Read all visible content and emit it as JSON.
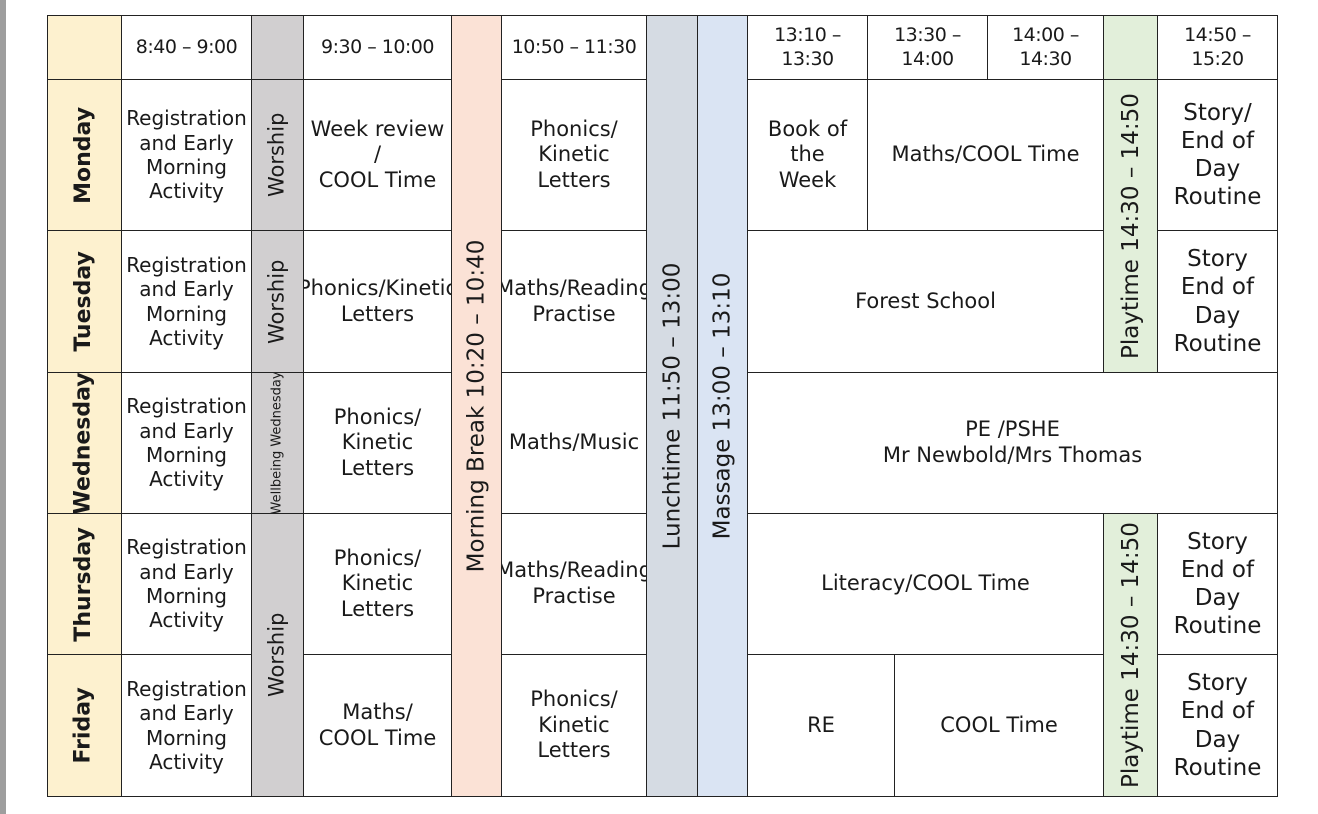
{
  "colors": {
    "day_column": "#fdf1cf",
    "worship": "#d1cfd0",
    "morning_break": "#fbe2d6",
    "lunchtime": "#d5dbe3",
    "massage": "#dae4f3",
    "playtime": "#e2efda"
  },
  "header": {
    "t1": "8:40 – 9:00",
    "t2": "9:30 – 10:00",
    "t3": "10:50 – 11:30",
    "t4": "13:10 – 13:30",
    "t5": "13:30 – 14:00",
    "t6": "14:00 – 14:30",
    "t7": "14:50 – 15:20"
  },
  "days": [
    "Monday",
    "Tuesday",
    "Wednesday",
    "Thursday",
    "Friday"
  ],
  "breaks": {
    "morning_break": "Morning Break 10:20 – 10:40",
    "lunchtime": "Lunchtime 11:50 – 13:00",
    "massage": "Massage 13:00 – 13:10",
    "playtime": "Playtime 14:30 – 14:50"
  },
  "worship": {
    "label": "Worship",
    "wellbeing": "Wellbeing Wednesday"
  },
  "registration": "Registration\nand Early\nMorning\nActivity",
  "monday": {
    "s2": "Week review /\nCOOL Time",
    "s3": "Phonics/\nKinetic Letters",
    "s4": "Book of the\nWeek",
    "s5": "Maths/COOL Time",
    "s7": "Story/\nEnd of Day\nRoutine"
  },
  "tuesday": {
    "s2": "Phonics/Kinetic\nLetters",
    "s3": "Maths/Reading\nPractise",
    "s4": "Forest School",
    "s7": "Story\nEnd of Day\nRoutine"
  },
  "wednesday": {
    "s2": "Phonics/\nKinetic Letters",
    "s3": "Maths/Music",
    "s4": "PE /PSHE\nMr Newbold/Mrs Thomas"
  },
  "thursday": {
    "s2": "Phonics/\nKinetic Letters",
    "s3": "Maths/Reading\nPractise",
    "s4": "Literacy/COOL Time",
    "s7": "Story\nEnd of Day\nRoutine"
  },
  "friday": {
    "s2": "Maths/\nCOOL Time",
    "s3": "Phonics/\nKinetic Letters",
    "s4": "RE",
    "s5": "COOL Time",
    "s7": "Story\nEnd of Day\nRoutine"
  }
}
